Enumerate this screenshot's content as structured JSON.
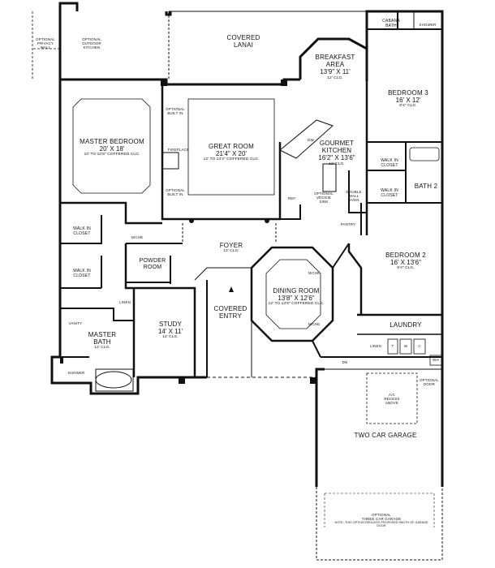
{
  "rooms": {
    "covered_lanai": {
      "title": "COVERED",
      "title2": "LANAI"
    },
    "cabana_bath": {
      "title": "CABANA",
      "title2": "BATH"
    },
    "shower_top": {
      "title": "SHOWER"
    },
    "breakfast": {
      "title": "BREAKFAST",
      "title2": "AREA",
      "dims": "13'9\" X 11'",
      "note": "12' CLG."
    },
    "bedroom3": {
      "title": "BEDROOM 3",
      "dims": "16' X 12'",
      "note": "9'4\" CLG."
    },
    "master_bedroom": {
      "title": "MASTER BEDROOM",
      "dims": "20' X 18'",
      "note": "10' TO 10'8\" COFFERED CLG."
    },
    "great_room": {
      "title": "GREAT ROOM",
      "dims": "21'4\" X 20'",
      "note": "12' TO 13'4\" COFFERED CLG."
    },
    "kitchen": {
      "title": "GOURMET",
      "title2": "KITCHEN",
      "dims": "16'2\" X 13'6\"",
      "note": "12' CLG."
    },
    "walk_in_closet_right1": {
      "title": "WALK IN",
      "title2": "CLOSET"
    },
    "walk_in_closet_right2": {
      "title": "WALK IN",
      "title2": "CLOSET"
    },
    "bath2": {
      "title": "BATH 2"
    },
    "walk_in_closet_left1": {
      "title": "WALK IN",
      "title2": "CLOSET"
    },
    "walk_in_closet_left2": {
      "title": "WALK IN",
      "title2": "CLOSET"
    },
    "foyer": {
      "title": "FOYER",
      "note": "13' CLG."
    },
    "powder_room": {
      "title": "POWDER",
      "title2": "ROOM"
    },
    "dining_room": {
      "title": "DINING ROOM",
      "dims": "13'8\" X 12'6\"",
      "note": "12' TO 13'8\" COFFERED CLG."
    },
    "bedroom2": {
      "title": "BEDROOM 2",
      "dims": "16' X 13'6\"",
      "note": "9'4\" CLG."
    },
    "covered_entry": {
      "title": "COVERED",
      "title2": "ENTRY"
    },
    "study": {
      "title": "STUDY",
      "dims": "14' X 11'",
      "note": "12' CLG."
    },
    "master_bath": {
      "title": "MASTER",
      "title2": "BATH",
      "note": "12' CLG."
    },
    "laundry": {
      "title": "LAUNDRY"
    },
    "garage": {
      "title": "TWO CAR GARAGE"
    },
    "ac": {
      "title": "A/C",
      "title2": "RECESS",
      "title3": "ABOVE"
    }
  },
  "small_labels": {
    "optional_privacy_wall": "OPTIONAL PRIVACY WALL",
    "optional_outdoor_kitchen": "OPTIONAL OUTDOOR KITCHEN",
    "optional_built_in_top": "OPTIONAL BUILT IN",
    "optional_built_in_bottom": "OPTIONAL BUILT IN",
    "fireplace": "FIREPLACE",
    "dw": "DW",
    "ref": "REF.",
    "optional_veggie_sink": "OPTIONAL VEGGIE SINK",
    "double_wall_oven": "DOUBLE WALL OVEN",
    "pantry": "PANTRY",
    "niche_left": "NICHE",
    "niche_dining1": "NICHE",
    "niche_dining2": "NICHE",
    "linen_left": "LINEN",
    "linen_laundry": "LINEN",
    "vanity": "VANITY",
    "shower_left": "SHOWER",
    "dn": "DN",
    "optional_door": "OPTIONAL DOOR",
    "wh": "WH",
    "t": "T",
    "w": "W",
    "c": "C"
  },
  "garage_option": {
    "title": "OPTIONAL",
    "title2": "THREE CAR GARAGE",
    "note": "NOTE: THIS OPTION REDUCES PROPOSED WIDTH OF GARAGE DOOR"
  }
}
